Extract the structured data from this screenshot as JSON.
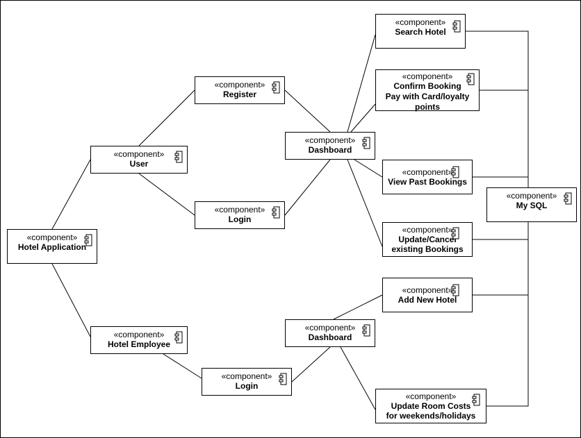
{
  "diagram": {
    "stereotype": "«component»",
    "components": {
      "hotel_app": "Hotel Application",
      "user": "User",
      "hotel_employee": "Hotel Employee",
      "register": "Register",
      "login_user": "Login",
      "login_employee": "Login",
      "dashboard_user": "Dashboard",
      "dashboard_employee": "Dashboard",
      "search_hotel": "Search Hotel",
      "confirm_booking": "Confirm Booking\nPay with Card/loyalty\npoints",
      "view_past": "View Past Bookings",
      "update_cancel": "Update/Cancel\nexisting Bookings",
      "add_hotel": "Add New Hotel",
      "update_room": "Update Room Costs\nfor weekends/holidays",
      "mysql": "My SQL"
    },
    "icon": "component-icon"
  }
}
